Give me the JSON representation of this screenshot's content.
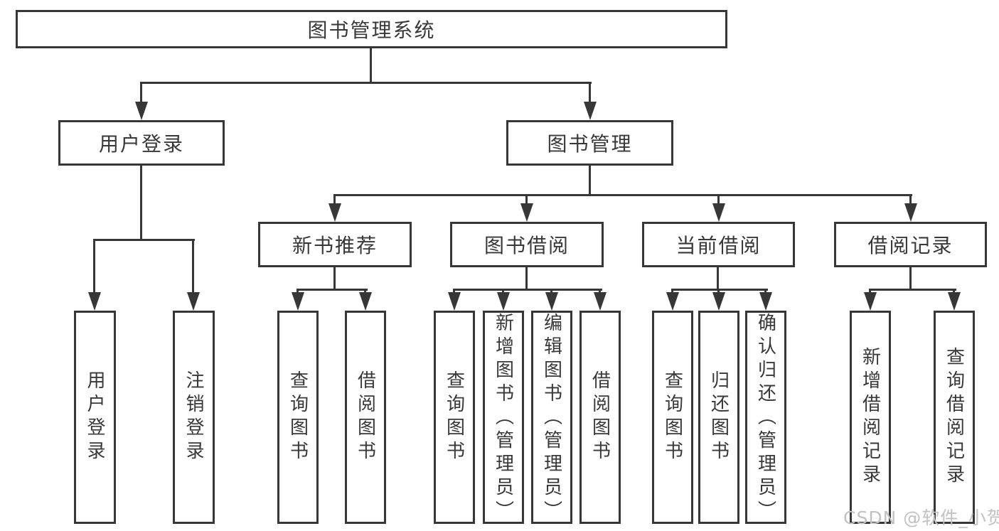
{
  "diagram": {
    "root": {
      "label": "图书管理系统"
    },
    "level2": [
      {
        "id": "user-login",
        "label": "用户登录"
      },
      {
        "id": "book-management",
        "label": "图书管理"
      }
    ],
    "level3": [
      {
        "id": "new-book-recommend",
        "parent": "book-management",
        "label": "新书推荐"
      },
      {
        "id": "book-borrowing",
        "parent": "book-management",
        "label": "图书借阅"
      },
      {
        "id": "current-borrowing",
        "parent": "book-management",
        "label": "当前借阅"
      },
      {
        "id": "borrowing-records",
        "parent": "book-management",
        "label": "借阅记录"
      }
    ],
    "leaves": [
      {
        "parent": "user-login",
        "label": "用户登录"
      },
      {
        "parent": "user-login",
        "label": "注销登录"
      },
      {
        "parent": "new-book-recommend",
        "label": "查询图书"
      },
      {
        "parent": "new-book-recommend",
        "label": "借阅图书"
      },
      {
        "parent": "book-borrowing",
        "label": "查询图书"
      },
      {
        "parent": "book-borrowing",
        "label": "新增图书（管理员）"
      },
      {
        "parent": "book-borrowing",
        "label": "编辑图书（管理员）"
      },
      {
        "parent": "book-borrowing",
        "label": "借阅图书"
      },
      {
        "parent": "current-borrowing",
        "label": "查询图书"
      },
      {
        "parent": "current-borrowing",
        "label": "归还图书"
      },
      {
        "parent": "current-borrowing",
        "label": "确认归还（管理员）"
      },
      {
        "parent": "borrowing-records",
        "label": "新增借阅记录"
      },
      {
        "parent": "borrowing-records",
        "label": "查询借阅记录"
      }
    ],
    "watermark": "CSDN @软件_小贺同学",
    "colors": {
      "line": "#373737",
      "text": "#383838",
      "watermark": "#c2c2c2",
      "background": "#ffffff"
    }
  }
}
